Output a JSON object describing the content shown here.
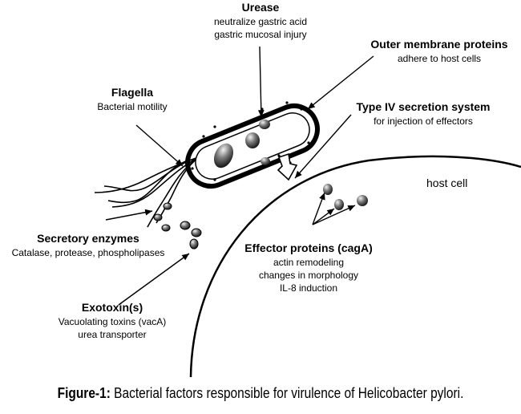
{
  "urease": {
    "title": "Urease",
    "lines": [
      "neutralize gastric acid",
      "gastric mucosal injury"
    ]
  },
  "outer_membrane_proteins": {
    "title": "Outer membrane proteins",
    "lines": [
      "adhere to host cells"
    ]
  },
  "type_iv_secretion": {
    "title": "Type IV secretion system",
    "lines": [
      "for injection of effectors"
    ]
  },
  "flagella": {
    "title": "Flagella",
    "lines": [
      "Bacterial motility"
    ]
  },
  "host_cell": "host cell",
  "secretory_enzymes": {
    "title": "Secretory enzymes",
    "lines": [
      "Catalase, protease, phospholipases"
    ]
  },
  "effector_proteins": {
    "title": "Effector proteins (cagA)",
    "lines": [
      "actin remodeling",
      "changes in morphology",
      "IL-8 induction"
    ]
  },
  "exotoxins": {
    "title": "Exotoxin(s)",
    "lines": [
      "Vacuolating toxins (vacA)",
      "urea transporter"
    ]
  },
  "caption": {
    "prefix": "Figure-1:",
    "text": " Bacterial factors responsible for virulence of Helicobacter pylori."
  }
}
